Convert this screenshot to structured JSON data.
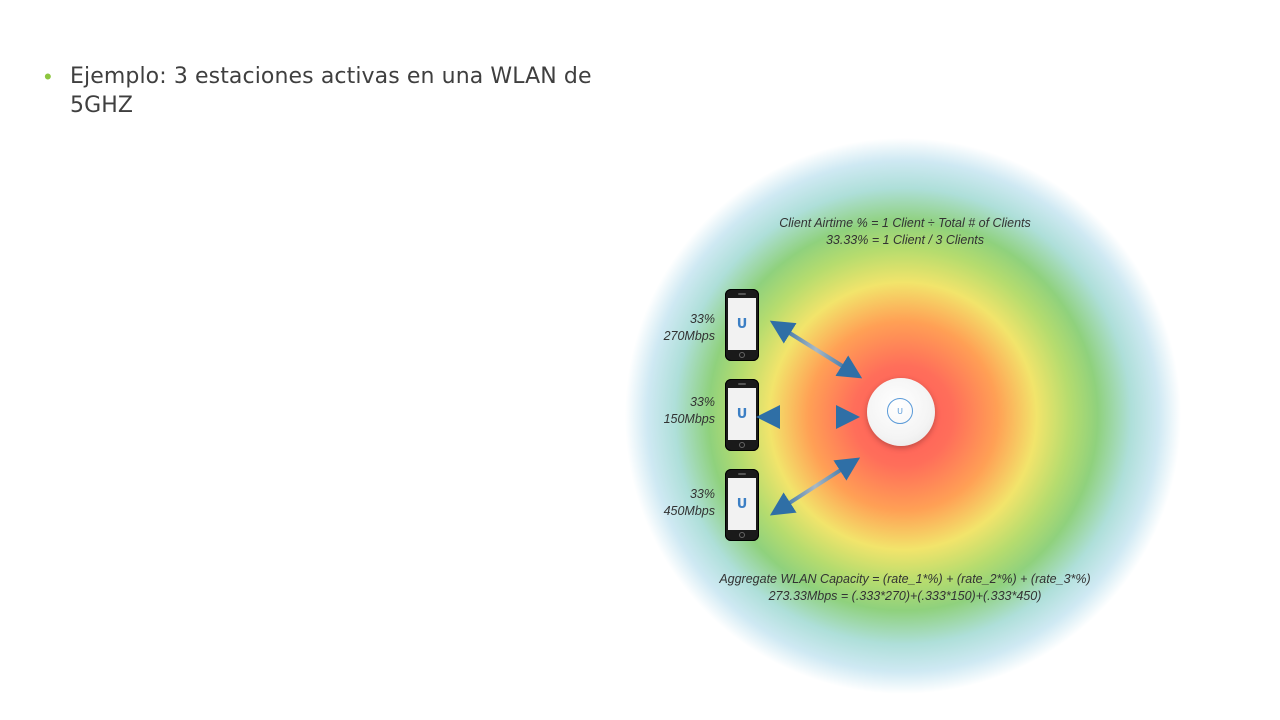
{
  "bullet": {
    "text": "Ejemplo: 3 estaciones activas en una WLAN de 5GHZ"
  },
  "diagram": {
    "top_formula": {
      "line1": "Client Airtime % = 1 Client ÷ Total # of Clients",
      "line2": "33.33% = 1 Client / 3 Clients"
    },
    "clients": [
      {
        "share": "33%",
        "rate": "270Mbps",
        "logo": "U"
      },
      {
        "share": "33%",
        "rate": "150Mbps",
        "logo": "U"
      },
      {
        "share": "33%",
        "rate": "450Mbps",
        "logo": "U"
      }
    ],
    "access_point": {
      "logo": "U"
    },
    "bottom_formula": {
      "line1": "Aggregate WLAN Capacity = (rate_1*%) + (rate_2*%) + (rate_3*%)",
      "line2": "273.33Mbps = (.333*270)+(.333*150)+(.333*450)"
    },
    "colors": {
      "bullet": "#8dc63f",
      "arrow": "#2f6fa6",
      "center": "#ff5a5a"
    },
    "icons": {
      "phone": "smartphone-icon",
      "access_point": "access-point-icon",
      "arrow": "double-arrow-icon"
    }
  }
}
